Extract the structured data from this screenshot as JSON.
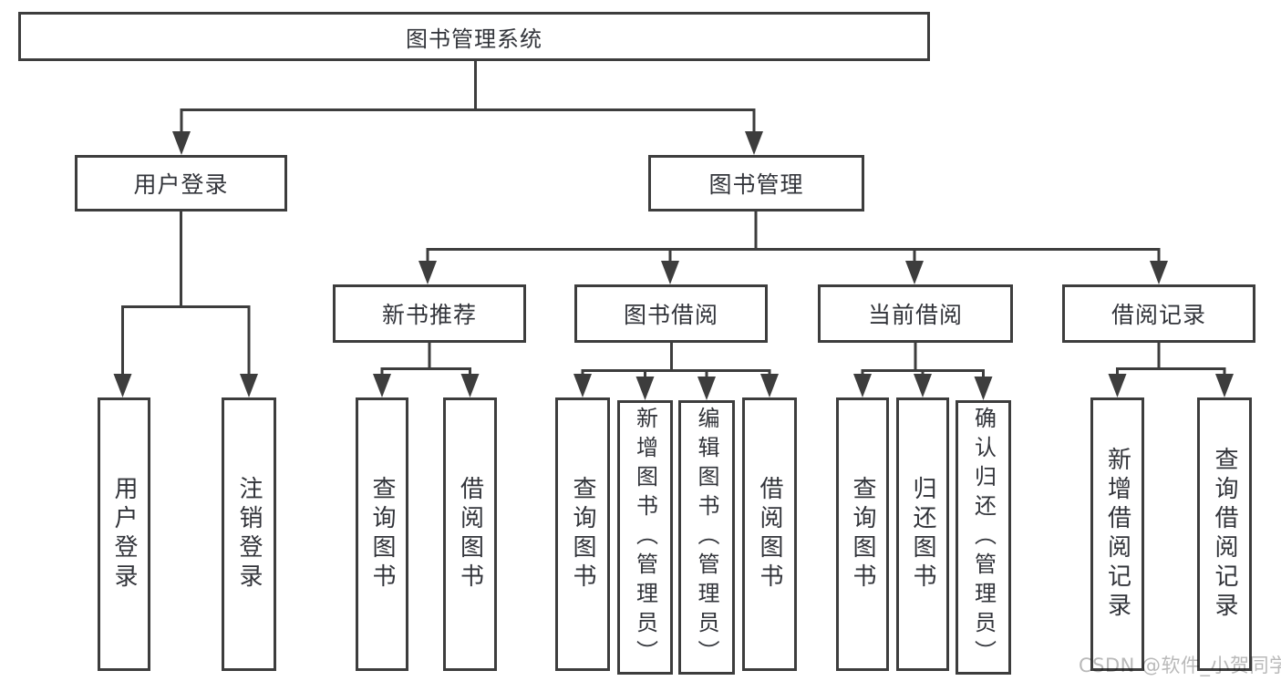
{
  "tree": {
    "root": {
      "label": "图书管理系统"
    },
    "branches": [
      {
        "label": "用户登录",
        "children": [
          {
            "label": "用户登录"
          },
          {
            "label": "注销登录"
          }
        ]
      },
      {
        "label": "图书管理",
        "children": [
          {
            "label": "新书推荐",
            "children": [
              {
                "label": "查询图书"
              },
              {
                "label": "借阅图书"
              }
            ]
          },
          {
            "label": "图书借阅",
            "children": [
              {
                "label": "查询图书"
              },
              {
                "label": "新增图书（管理员）"
              },
              {
                "label": "编辑图书（管理员）"
              },
              {
                "label": "借阅图书"
              }
            ]
          },
          {
            "label": "当前借阅",
            "children": [
              {
                "label": "查询图书"
              },
              {
                "label": "归还图书"
              },
              {
                "label": "确认归还（管理员）"
              }
            ]
          },
          {
            "label": "借阅记录",
            "children": [
              {
                "label": "新增借阅记录"
              },
              {
                "label": "查询借阅记录"
              }
            ]
          }
        ]
      }
    ]
  },
  "watermark": {
    "text": "CSDN @软件_小贺同学"
  },
  "icons": {
    "connector_arrow": "arrow-down-icon"
  },
  "colors": {
    "line": "#3d3d3d",
    "text": "#32343a",
    "watermark": "#b9b9b9",
    "background": "#ffffff"
  }
}
